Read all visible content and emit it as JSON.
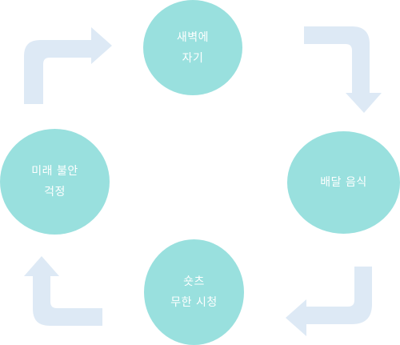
{
  "colors": {
    "node_fill": "#99e0de",
    "arrow_fill": "#dde9f5",
    "text": "#ffffff"
  },
  "cycle": {
    "nodes": [
      {
        "id": "sleep-late",
        "label": "새벽에\n자기"
      },
      {
        "id": "delivery-food",
        "label": "배달 음식"
      },
      {
        "id": "shorts",
        "label": "숏츠\n무한 시청"
      },
      {
        "id": "anxiety",
        "label": "미래 불안\n걱정"
      }
    ],
    "arrow_icons": [
      "bent-arrow-right-icon",
      "bent-arrow-down-icon",
      "bent-arrow-left-icon",
      "bent-arrow-up-icon"
    ]
  }
}
